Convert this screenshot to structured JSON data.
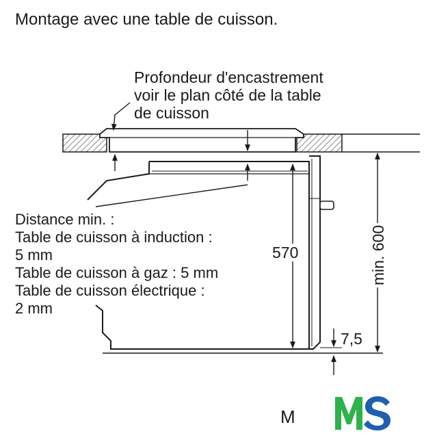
{
  "title": "Montage avec une table de cuisson.",
  "depth_note": [
    "Profondeur d'encastrement",
    "voir le plan côté de la table",
    "de cuisson"
  ],
  "distance_note": [
    "Distance min. :",
    "Table de cuisson à induction :",
    "5 mm",
    "Table de cuisson à gaz : 5 mm",
    "Table de cuisson électrique :",
    "2 mm"
  ],
  "dim_570": "570",
  "dim_600": "min. 600",
  "dim_7_5": "7,5",
  "logo": {
    "letters": "MS",
    "partial_text": "M",
    "colors": {
      "m": "#2db34a",
      "s": "#1f5fb0"
    }
  },
  "colors": {
    "ink": "#1a1a1a",
    "hatch": "#333333"
  }
}
